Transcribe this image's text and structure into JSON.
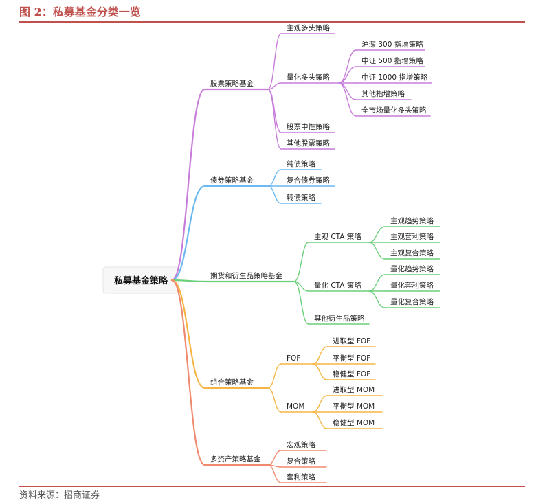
{
  "figure": {
    "title": "图 2：私募基金分类一览",
    "source": "资料来源：招商证券"
  },
  "mindmap": {
    "root": "私募基金策略",
    "stocks": {
      "label": "股票策略基金",
      "subjective_long": "主观多头策略",
      "quant_long": {
        "label": "量化多头策略",
        "items": [
          "沪深 300 指增策略",
          "中证 500 指增策略",
          "中证 1000 指增策略",
          "其他指增策略",
          "全市场量化多头策略"
        ]
      },
      "market_neutral": "股票中性策略",
      "other": "其他股票策略"
    },
    "bonds": {
      "label": "债券策略基金",
      "items": [
        "纯债策略",
        "复合债券策略",
        "转债策略"
      ]
    },
    "futures": {
      "label": "期货和衍生品策略基金",
      "subjective_cta": {
        "label": "主观 CTA 策略",
        "items": [
          "主观趋势策略",
          "主观套利策略",
          "主观复合策略"
        ]
      },
      "quant_cta": {
        "label": "量化 CTA 策略",
        "items": [
          "量化趋势策略",
          "量化套利策略",
          "量化复合策略"
        ]
      },
      "other": "其他衍生品策略"
    },
    "portfolio": {
      "label": "组合策略基金",
      "fof": {
        "label": "FOF",
        "items": [
          "进取型 FOF",
          "平衡型 FOF",
          "稳健型 FOF"
        ]
      },
      "mom": {
        "label": "MOM",
        "items": [
          "进取型 MOM",
          "平衡型 MOM",
          "稳健型 MOM"
        ]
      }
    },
    "multi_asset": {
      "label": "多资产策略基金",
      "items": [
        "宏观策略",
        "复合策略",
        "套利策略"
      ]
    }
  },
  "colors": {
    "accent": "#c0504d",
    "stocks": "#c77dd9",
    "bonds": "#6cb8f0",
    "futures": "#6ccf7a",
    "portfolio": "#f5b544",
    "multi_asset": "#f08a6e"
  }
}
